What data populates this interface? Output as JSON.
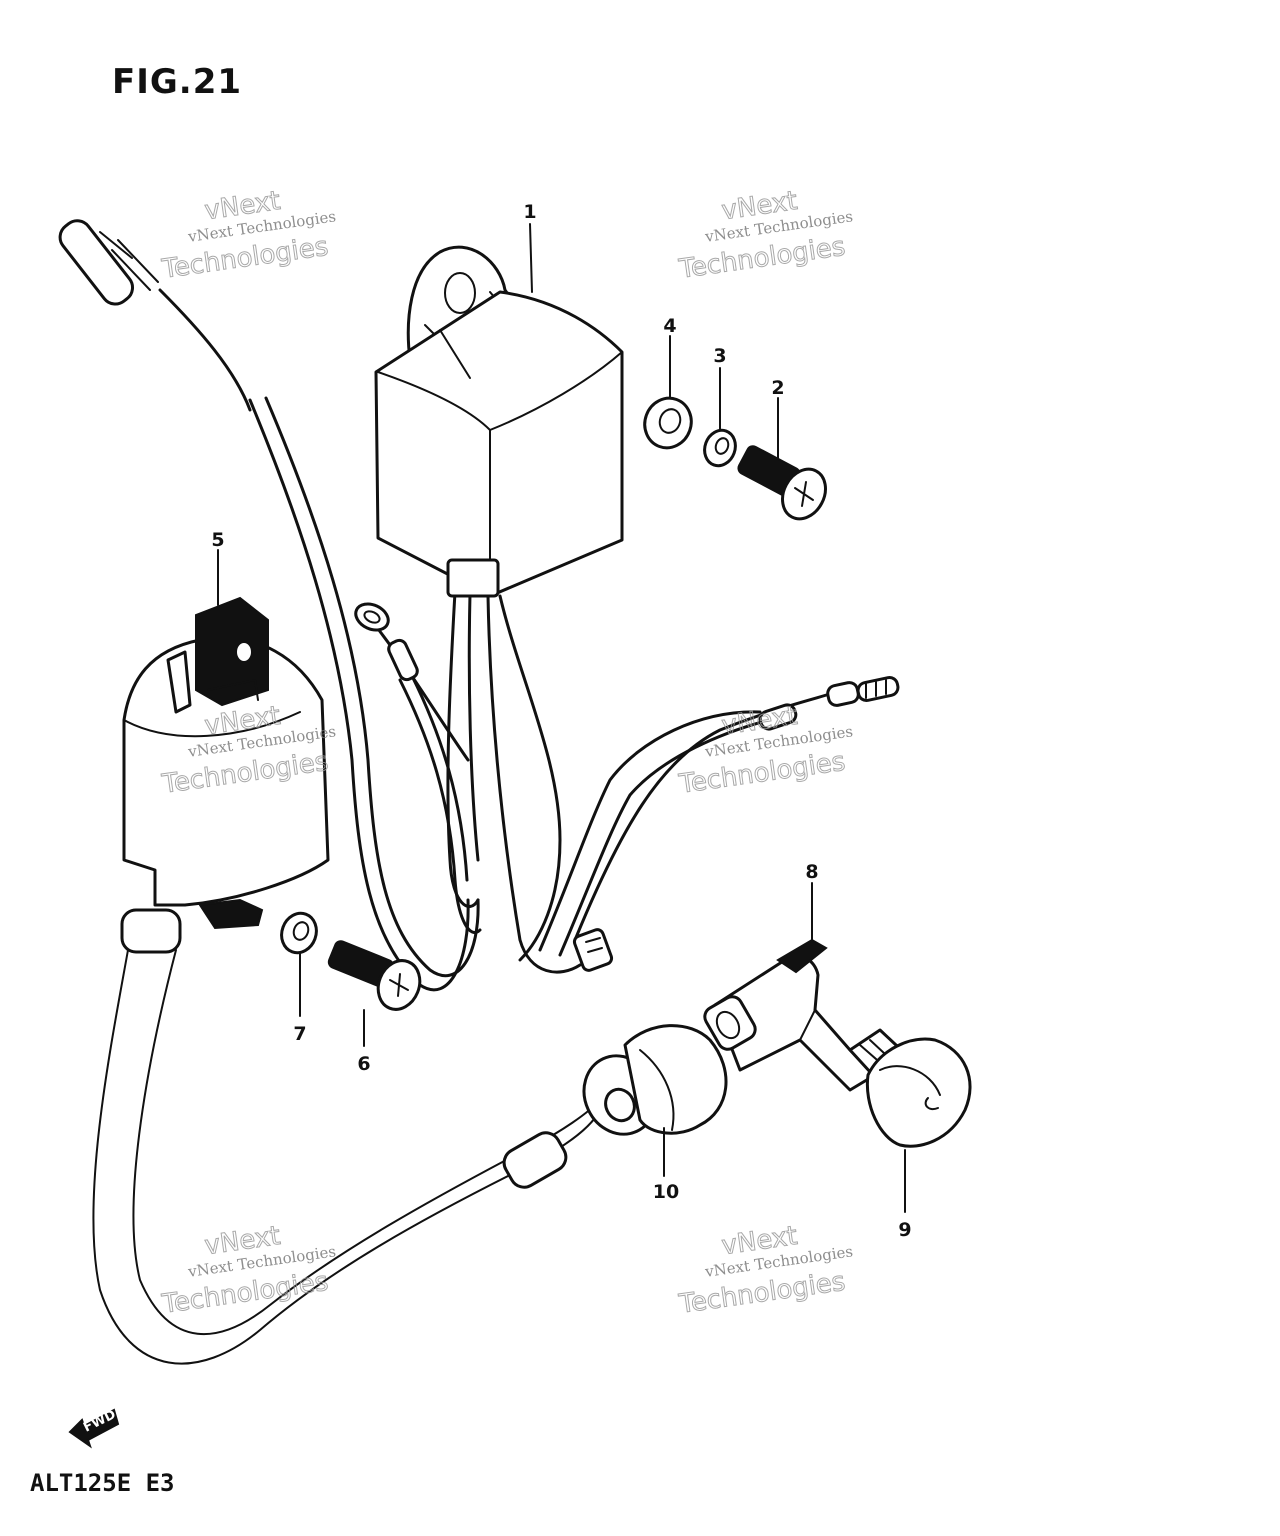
{
  "figure": {
    "title": "FIG.21",
    "model_code": "ALT125E  E3",
    "direction_marker": "FWD"
  },
  "watermark": {
    "line1": "vNext",
    "line2": "vNext Technologies",
    "line3": "Technologies"
  },
  "callouts": [
    "1",
    "2",
    "3",
    "4",
    "5",
    "6",
    "7",
    "8",
    "9",
    "10"
  ],
  "parts": [
    {
      "number": "1",
      "name": "cdi-unit"
    },
    {
      "number": "2",
      "name": "screw"
    },
    {
      "number": "3",
      "name": "lock-washer"
    },
    {
      "number": "4",
      "name": "washer"
    },
    {
      "number": "5",
      "name": "ignition-coil"
    },
    {
      "number": "6",
      "name": "screw"
    },
    {
      "number": "7",
      "name": "lock-washer"
    },
    {
      "number": "8",
      "name": "spark-plug-cap"
    },
    {
      "number": "9",
      "name": "cap-cover"
    },
    {
      "number": "10",
      "name": "cord-seal"
    }
  ]
}
